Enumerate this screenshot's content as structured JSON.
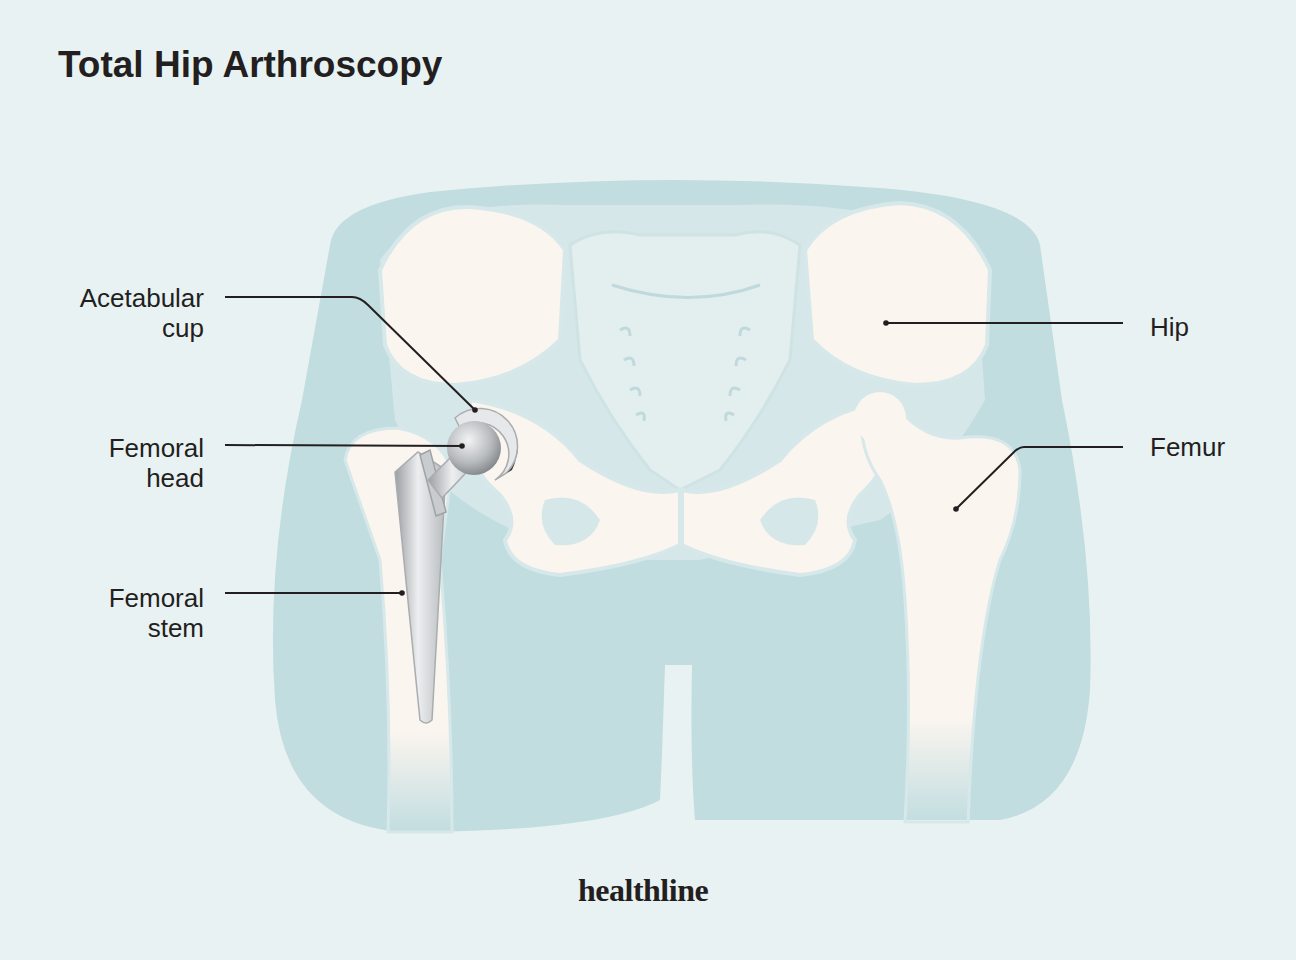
{
  "diagram": {
    "title": "Total Hip Arthroscopy",
    "labels": [
      "Acetabular cup",
      "Femoral head",
      "Femoral stem",
      "Hip",
      "Femur",
      "healthline"
    ]
  }
}
